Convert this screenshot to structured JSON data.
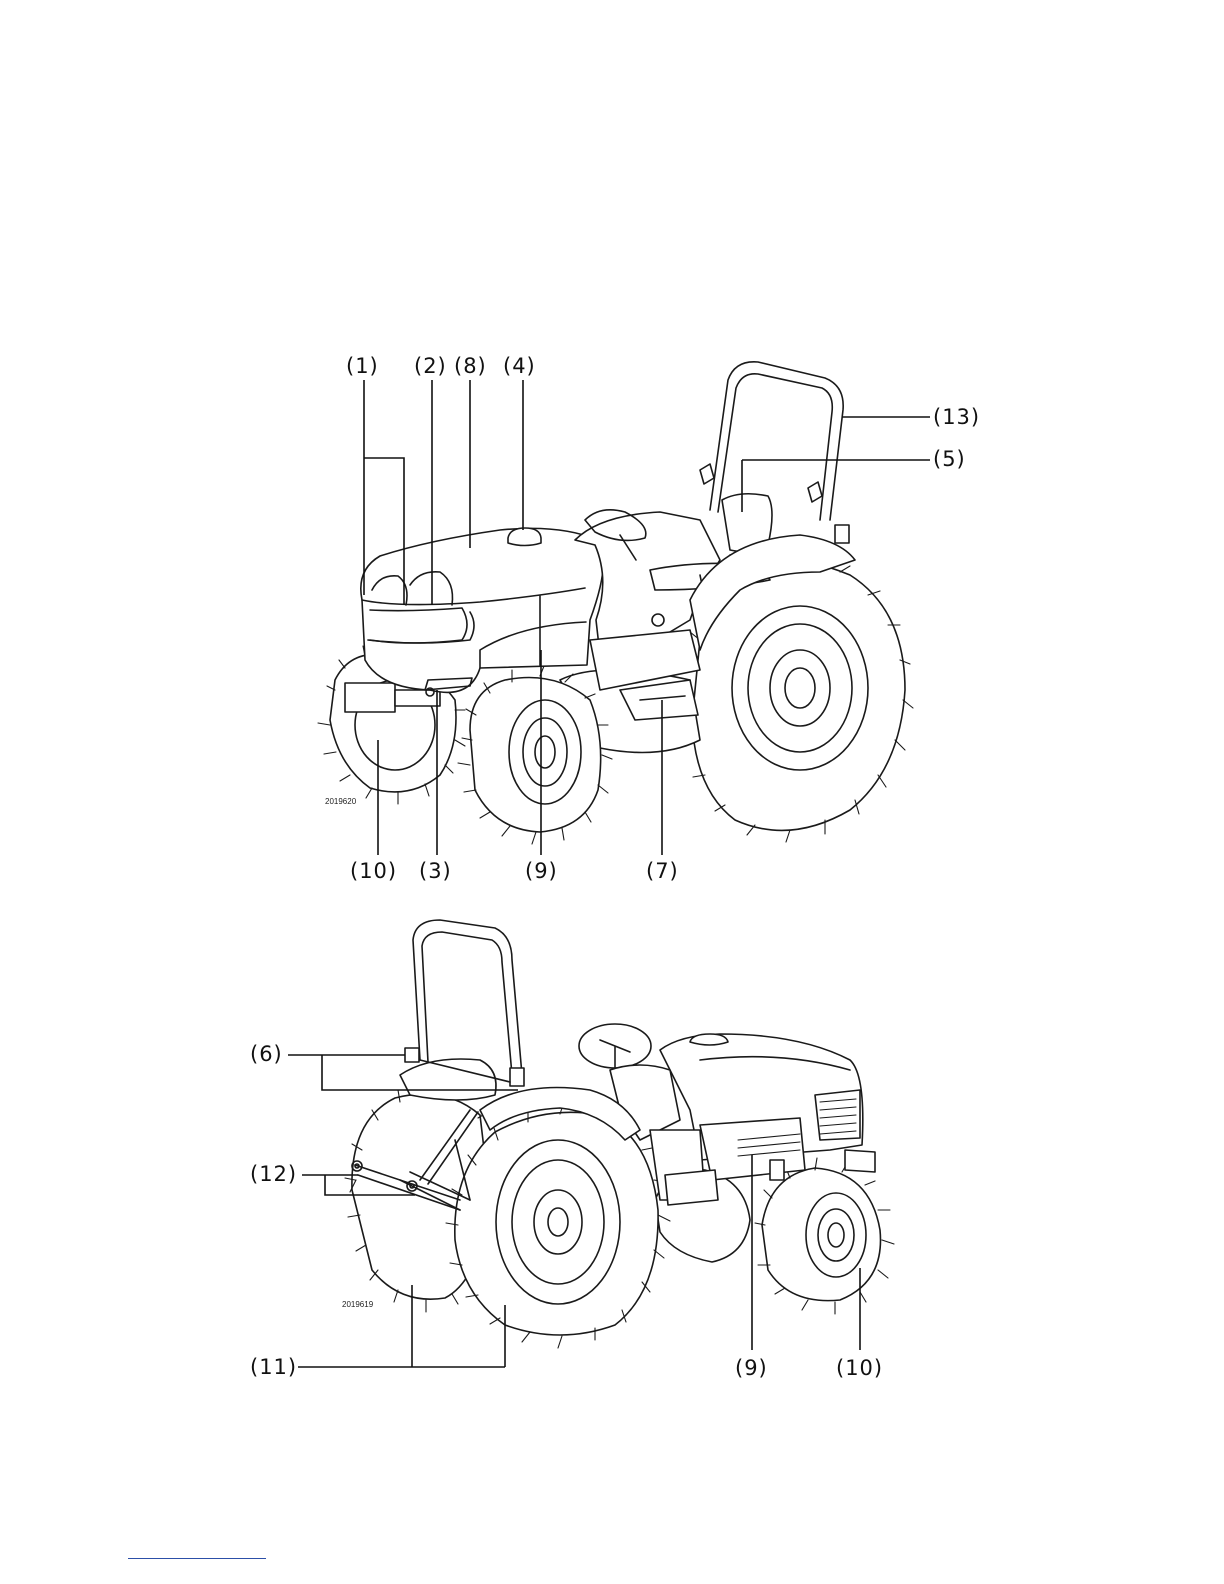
{
  "figure_top": {
    "image_code": "2019620",
    "labels": {
      "c1": "(1)",
      "c2": "(2)",
      "c8": "(8)",
      "c4": "(4)",
      "c13": "(13)",
      "c5": "(5)",
      "c10": "(10)",
      "c3": "(3)",
      "c9": "(9)",
      "c7": "(7)"
    }
  },
  "figure_bottom": {
    "image_code": "2019619",
    "labels": {
      "c6": "(6)",
      "c12": "(12)",
      "c11": "(11)",
      "c9": "(9)",
      "c10": "(10)"
    }
  }
}
